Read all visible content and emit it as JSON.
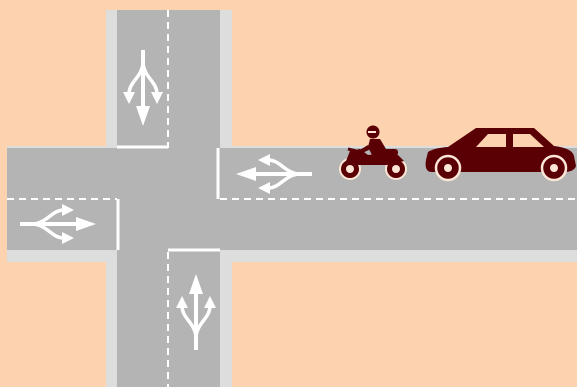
{
  "scene": {
    "colors": {
      "background": "#FDD2AE",
      "curb": "#DDDDDD",
      "road": "#B4B4B5",
      "marking": "#FFFFFF",
      "vehicle": "#5A0005",
      "vehicle_outline": "#FCE6D6"
    },
    "roads": [
      "north",
      "south",
      "west",
      "east"
    ],
    "lane_arrows": [
      {
        "approach": "north",
        "movements": [
          "straight",
          "left",
          "right"
        ]
      },
      {
        "approach": "south",
        "movements": [
          "straight",
          "left",
          "right"
        ]
      },
      {
        "approach": "west",
        "movements": [
          "straight",
          "left",
          "right"
        ]
      },
      {
        "approach": "east",
        "movements": [
          "straight",
          "left",
          "right"
        ]
      }
    ],
    "vehicles": [
      {
        "type": "motorcycle",
        "icon": "motorcycle-icon",
        "approach": "east",
        "order": 1
      },
      {
        "type": "car",
        "icon": "car-icon",
        "approach": "east",
        "order": 2
      }
    ]
  }
}
